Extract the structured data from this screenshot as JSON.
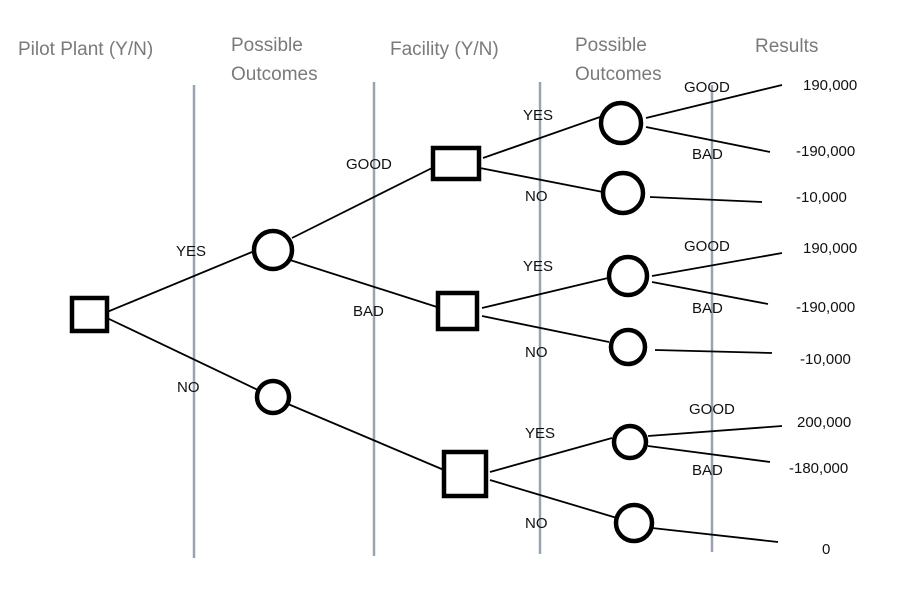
{
  "headers": {
    "pilot_plant": "Pilot Plant (Y/N)",
    "outcomes_1_line1": "Possible",
    "outcomes_1_line2": "Outcomes",
    "facility": "Facility (Y/N)",
    "outcomes_2_line1": "Possible",
    "outcomes_2_line2": "Outcomes",
    "results": "Results"
  },
  "branches": {
    "pilot_yes": "YES",
    "pilot_no": "NO",
    "pilot_good": "GOOD",
    "pilot_bad": "BAD",
    "f1_yes": "YES",
    "f1_no": "NO",
    "f1_good": "GOOD",
    "f1_bad": "BAD",
    "f2_yes": "YES",
    "f2_no": "NO",
    "f2_good": "GOOD",
    "f2_bad": "BAD",
    "f3_yes": "YES",
    "f3_no": "NO",
    "f3_good": "GOOD",
    "f3_bad": "BAD"
  },
  "results": {
    "r1": "190,000",
    "r2": "-190,000",
    "r3": "-10,000",
    "r4": "190,000",
    "r5": "-190,000",
    "r6": "-10,000",
    "r7": "200,000",
    "r8": "-180,000",
    "r9": "0"
  }
}
